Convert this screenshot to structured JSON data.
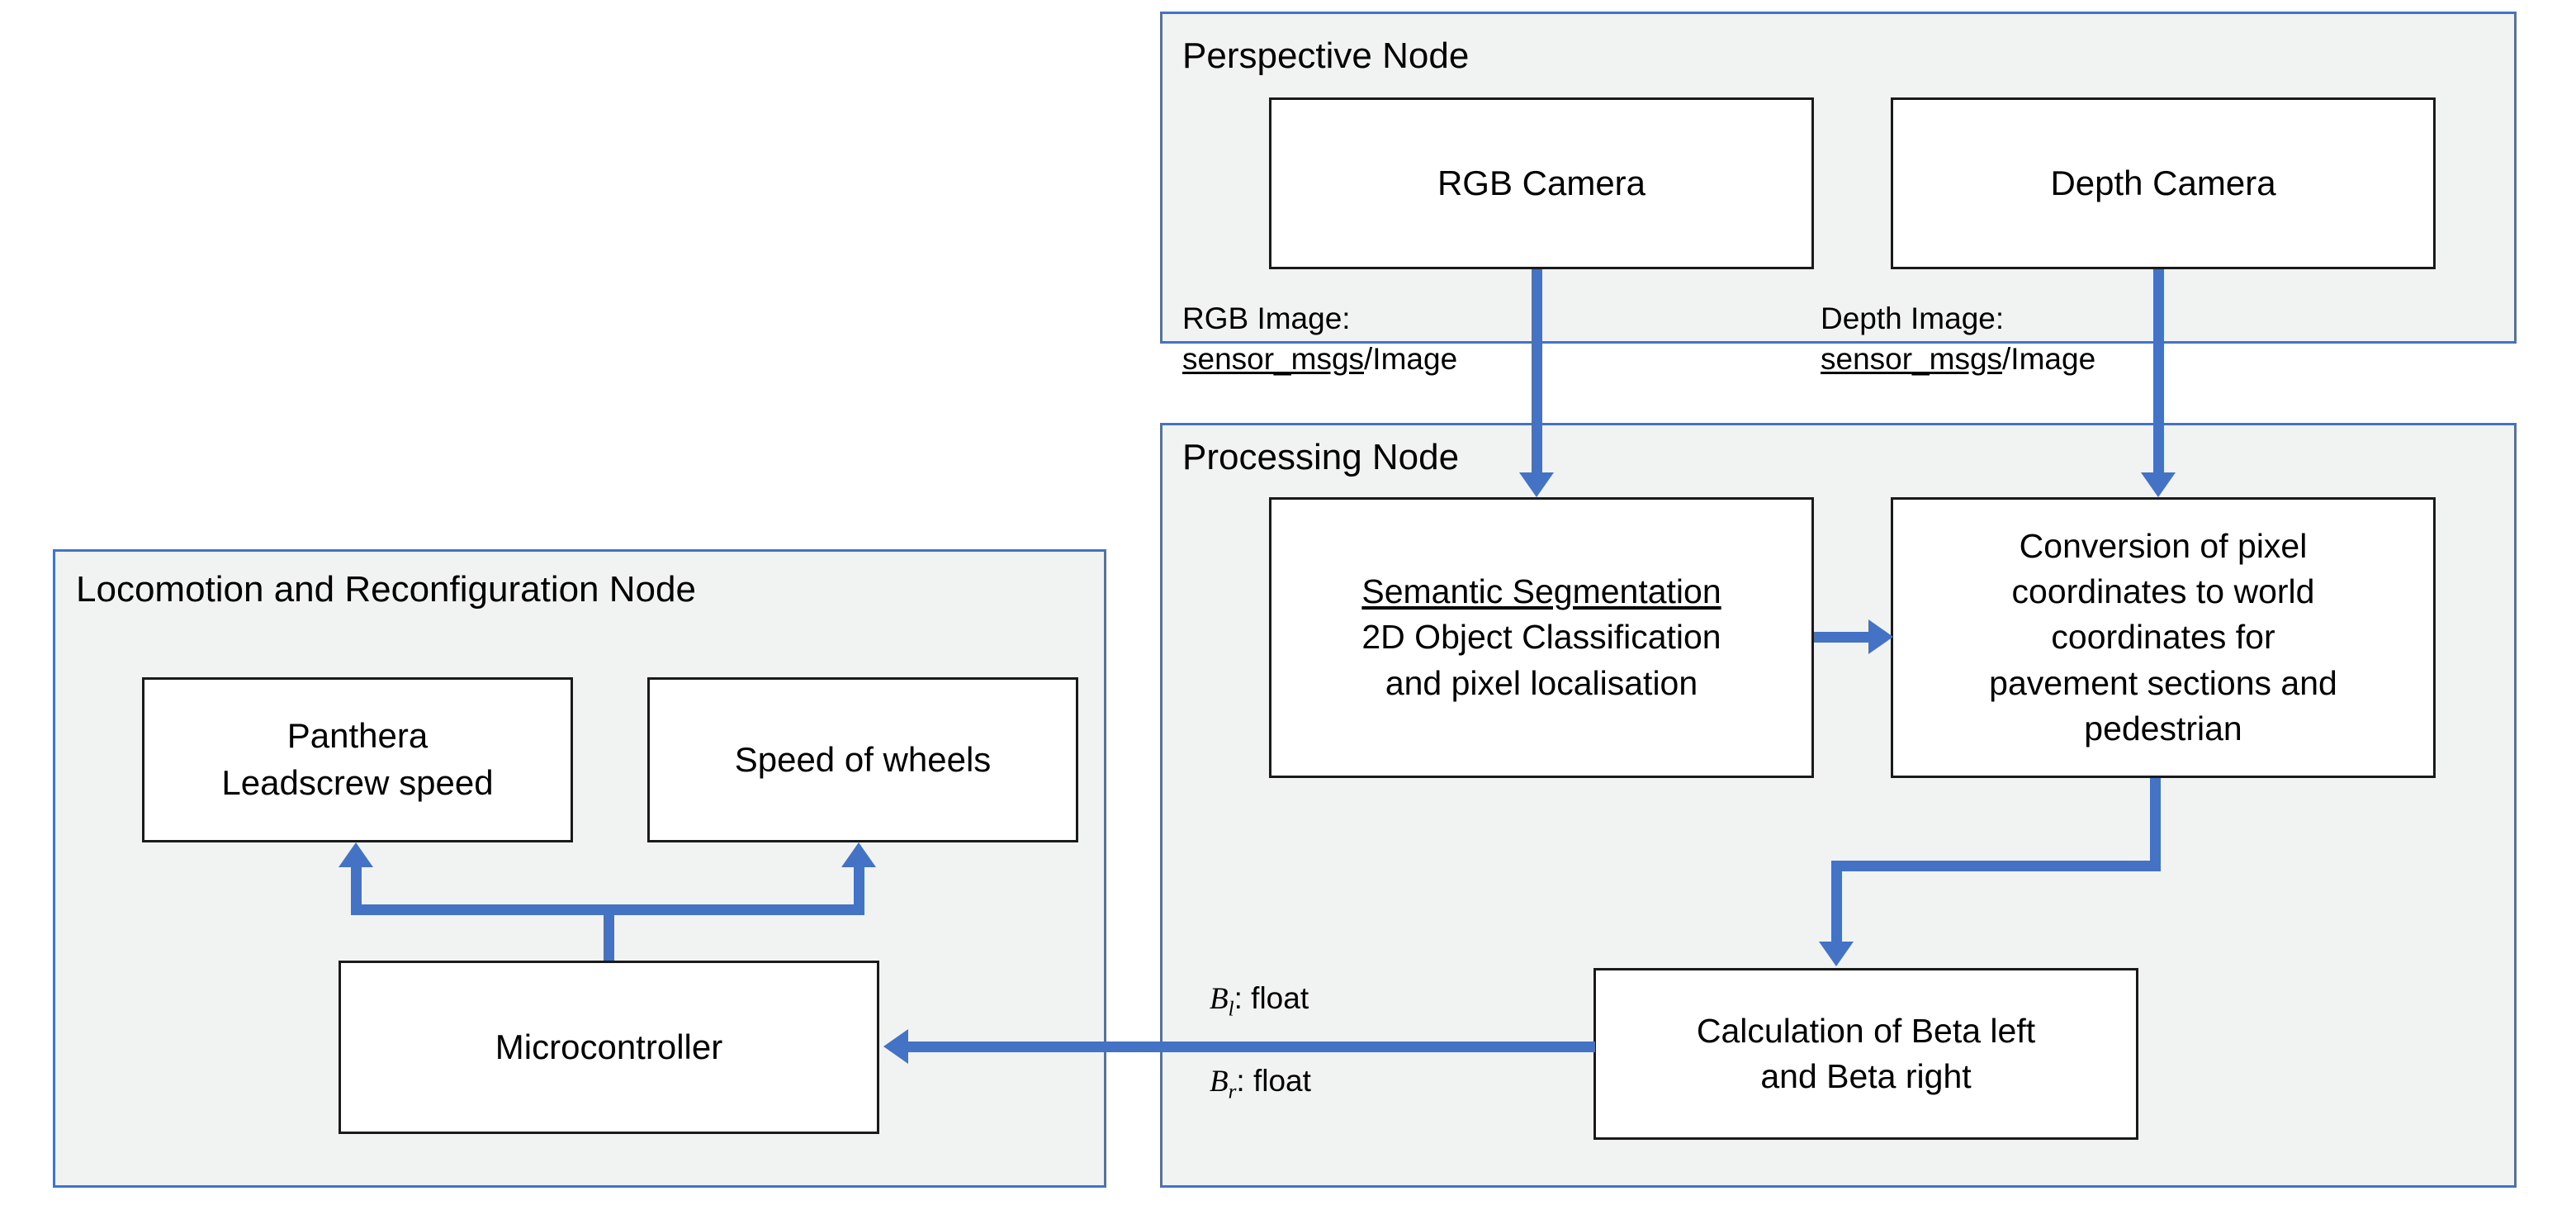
{
  "diagram": {
    "title_hidden": "ROS node architecture diagram",
    "accent_color": "#4472C4",
    "container_fill": "#F1F3F3",
    "box_border_color": "#1A1A1A"
  },
  "nodes": {
    "perspective": {
      "title": "Perspective Node",
      "boxes": [
        {
          "label": "RGB Camera"
        },
        {
          "label": "Depth Camera"
        }
      ]
    },
    "processing": {
      "title": "Processing Node",
      "boxes": [
        {
          "heading": "Semantic Segmentation",
          "line2": "2D Object Classification",
          "line3": "and pixel localisation"
        },
        {
          "line1": "Conversion of pixel",
          "line2": "coordinates to world",
          "line3": "coordinates for",
          "line4": "pavement sections and",
          "line5": "pedestrian"
        },
        {
          "line1": "Calculation of Beta left",
          "line2": "and Beta right"
        }
      ]
    },
    "locomotion": {
      "title": "Locomotion and Reconfiguration Node",
      "boxes": [
        {
          "line1": "Panthera",
          "line2": "Leadscrew speed"
        },
        {
          "line1": "Speed of wheels"
        },
        {
          "line1": "Microcontroller"
        }
      ]
    }
  },
  "topics": {
    "rgb_image": {
      "name": "RGB Image:",
      "package": "sensor_msgs",
      "type": "/Image"
    },
    "depth_image": {
      "name": "Depth Image:",
      "package": "sensor_msgs",
      "type": "/Image"
    },
    "beta_left": {
      "symbol": "B",
      "subscript": "l",
      "datatype": ": float"
    },
    "beta_right": {
      "symbol": "B",
      "subscript": "r",
      "datatype": ": float"
    }
  }
}
